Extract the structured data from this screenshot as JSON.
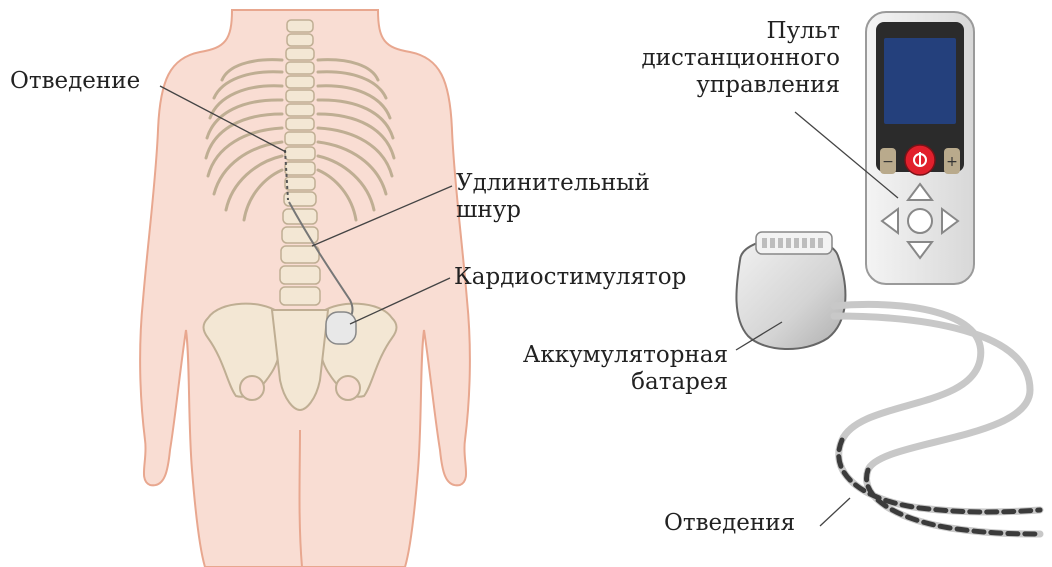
{
  "labels": {
    "lead": "Отведение",
    "extension_line1": "Удлинительный",
    "extension_line2": "шнур",
    "pacemaker": "Кардиостимулятор",
    "remote_line1": "Пульт",
    "remote_line2": "дистанционного",
    "remote_line3": "управления",
    "battery_line1": "Аккумуляторная",
    "battery_line2": "батарея",
    "leads": "Отведения"
  },
  "colors": {
    "skin": "#f9ddd3",
    "skin_outline": "#e8a78f",
    "bone": "#f3e7d4",
    "bone_outline": "#bfae93",
    "device_body": "#d6d6d6",
    "remote_screen": "#24407c",
    "remote_button": "#e1202c",
    "lead_wire": "#c8c8c8",
    "lead_dash": "#3b3b3b",
    "text": "#222222"
  }
}
